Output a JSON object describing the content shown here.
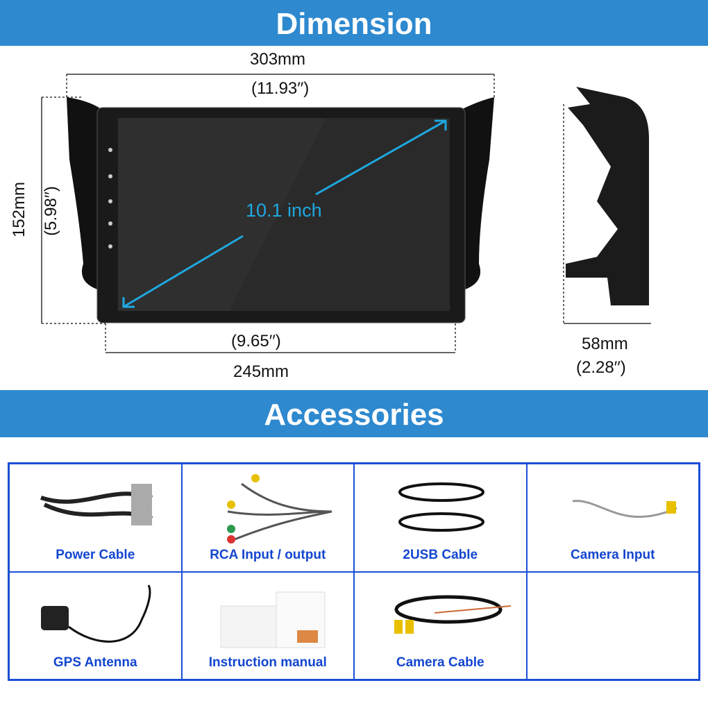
{
  "dimension": {
    "title": "Dimension",
    "width_mm": "303mm",
    "width_in": "(11.93′′)",
    "height_mm": "152mm",
    "height_in": "(5.98′′)",
    "screen_width_in": "(9.65′′)",
    "screen_width_mm": "245mm",
    "depth_mm": "58mm",
    "depth_in": "(2.28′′)",
    "diagonal": "10.1 inch"
  },
  "accessories": {
    "title": "Accessories",
    "items": [
      "Power Cable",
      "RCA Input / output",
      "2USB Cable",
      "Camera Input",
      "GPS Antenna",
      "Instruction manual",
      "Camera  Cable",
      ""
    ]
  },
  "colors": {
    "banner": "#2e89cf",
    "grid": "#1a4fd6",
    "label": "#1346d0",
    "diagonal": "#1fa8e0"
  }
}
